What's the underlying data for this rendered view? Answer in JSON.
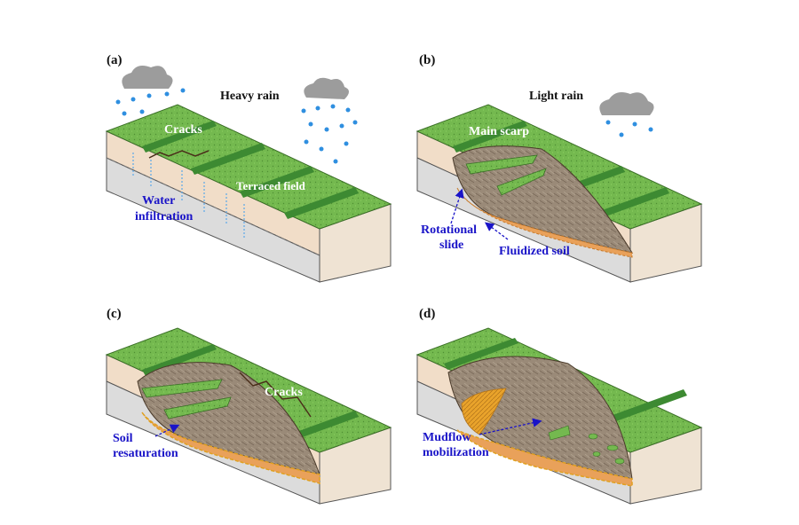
{
  "panels": {
    "a": {
      "letter": "(a)",
      "rain": "Heavy rain",
      "cracks": "Cracks",
      "terraced": "Terraced field",
      "water_line1": "Water",
      "water_line2": "infiltration"
    },
    "b": {
      "letter": "(b)",
      "rain": "Light rain",
      "scarp": "Main scarp",
      "rot_line1": "Rotational",
      "rot_line2": "slide",
      "fluid": "Fluidized soil"
    },
    "c": {
      "letter": "(c)",
      "cracks": "Cracks",
      "soil_line1": "Soil",
      "soil_line2": "resaturation"
    },
    "d": {
      "letter": "(d)",
      "mud_line1": "Mudflow",
      "mud_line2": "mobilization"
    }
  },
  "colors": {
    "grass": "#74b94f",
    "grass_dark": "#4f8f33",
    "riser": "#3d8a32",
    "soil_side": "#f1ddc8",
    "bedrock_side": "#dcdcdc",
    "slide_body": "#9a8a78",
    "fluid_soil": "#e9a15a",
    "mudflow": "#e9a32b",
    "cloud": "#9c9c9c",
    "rain_drop": "#2f8fe0",
    "label_blue": "#1a14c8"
  }
}
